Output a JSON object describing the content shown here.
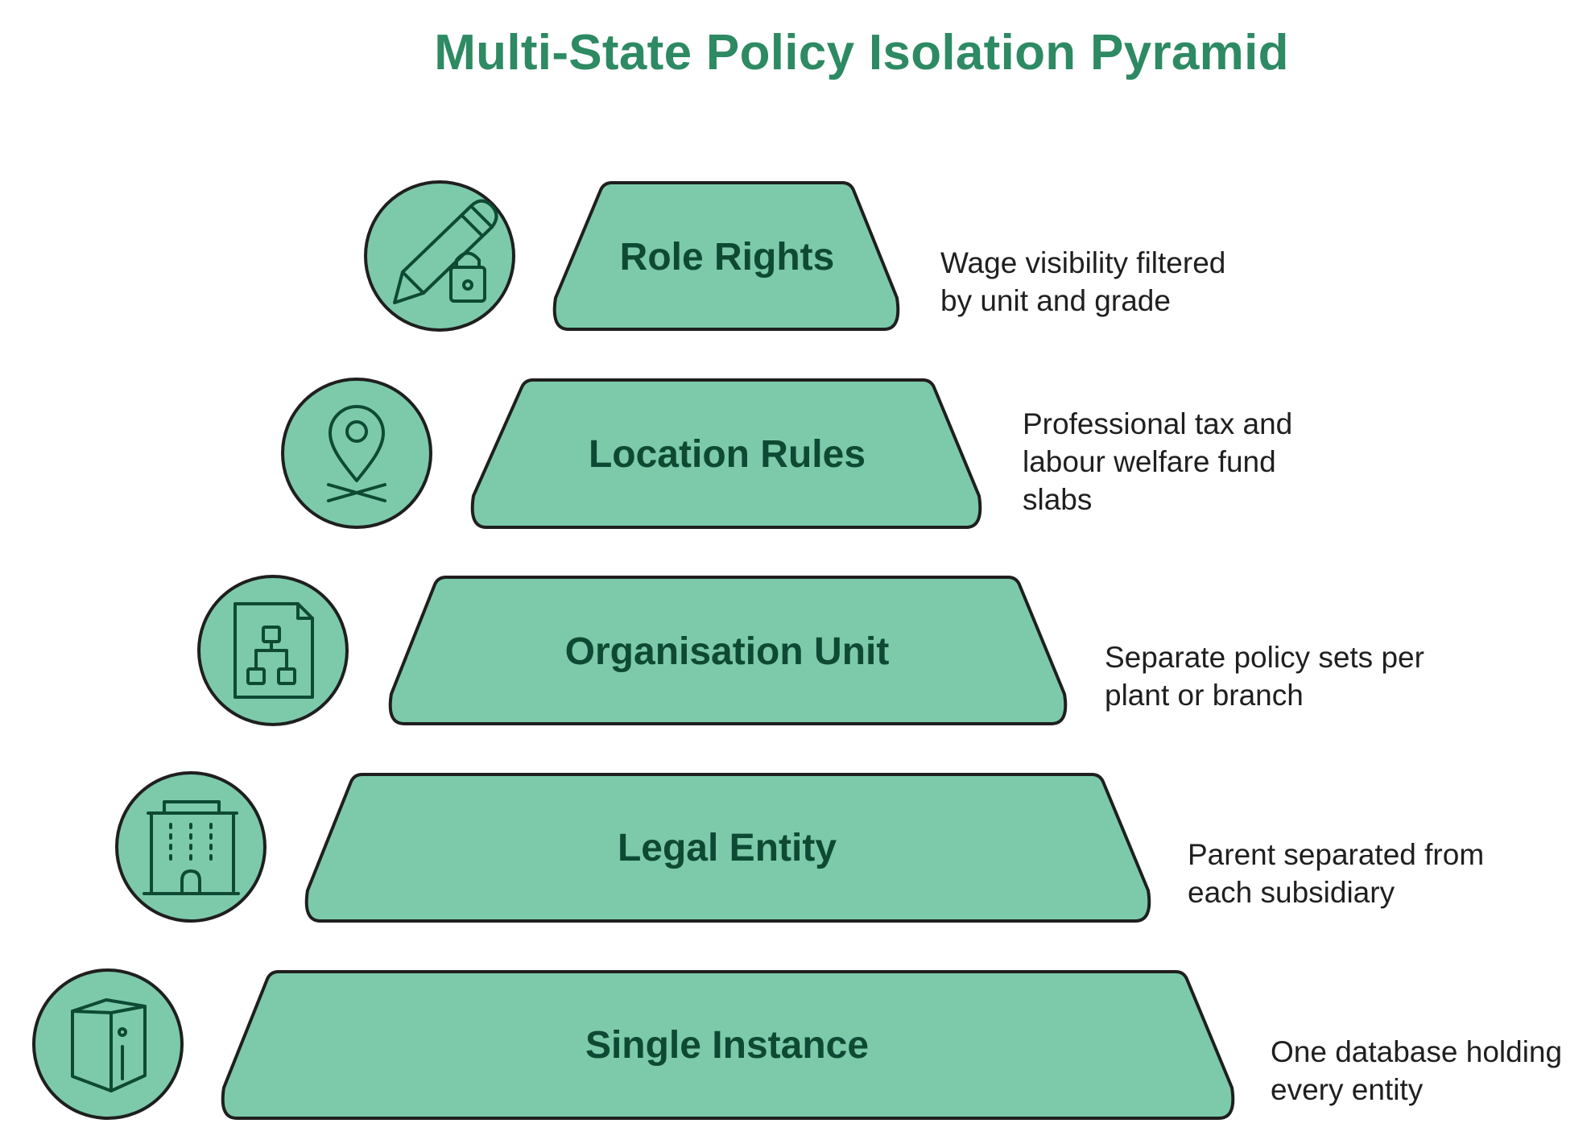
{
  "title": "Multi-State Policy Isolation Pyramid",
  "colors": {
    "title": "#2d8a63",
    "fill": "#7ccaaa",
    "stroke": "#1f1f1f",
    "icon": "#0e4a33",
    "label": "#0e4a33"
  },
  "tiers": [
    {
      "label": "Role Rights",
      "description": "Wage visibility filtered by unit and grade",
      "icon": "pen-lock-icon"
    },
    {
      "label": "Location Rules",
      "description": "Professional tax and labour welfare fund slabs",
      "icon": "map-pin-icon"
    },
    {
      "label": "Organisation Unit",
      "description": "Separate policy sets per plant or branch",
      "icon": "org-chart-document-icon"
    },
    {
      "label": "Legal Entity",
      "description": "Parent separated from each subsidiary",
      "icon": "office-building-icon"
    },
    {
      "label": "Single Instance",
      "description": "One database holding every entity",
      "icon": "database-cube-icon"
    }
  ]
}
